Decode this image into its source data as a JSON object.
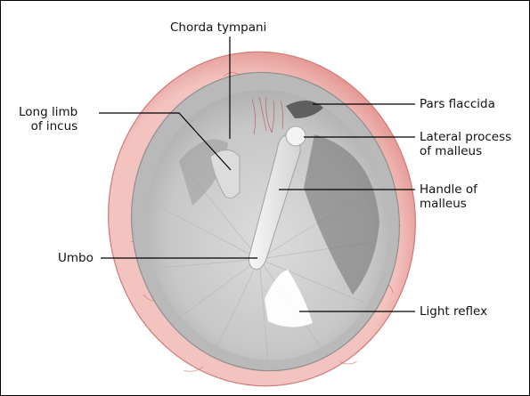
{
  "labels": {
    "chorda_tympani": "Chorda tympani",
    "long_limb_line1": "Long limb",
    "long_limb_line2": "of incus",
    "pars_flaccida": "Pars flaccida",
    "lateral_process_line1": "Lateral process",
    "lateral_process_line2": "of malleus",
    "handle_line1": "Handle of",
    "handle_line2": "malleus",
    "umbo": "Umbo",
    "light_reflex": "Light reflex"
  },
  "colors": {
    "canal_wall": "#e9a3a0",
    "canal_wall_dark": "#d9807d",
    "annulus": "#b8b8b8",
    "membrane": "#c9c9c9",
    "malleus": "#ececec",
    "leader_line": "#000000",
    "border": "#000000"
  }
}
